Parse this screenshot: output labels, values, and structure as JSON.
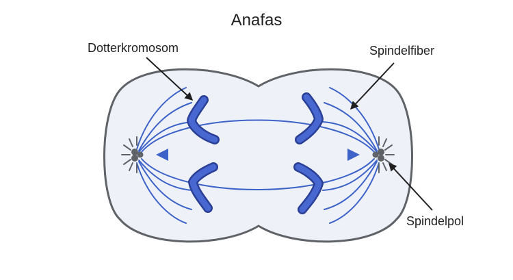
{
  "title": "Anafas",
  "labels": {
    "daughter_chromosome": "Dotterkromosom",
    "spindle_fiber": "Spindelfiber",
    "spindle_pole": "Spindelpol"
  },
  "colors": {
    "cell_fill": "#eef1f8",
    "cell_outline": "#5f6368",
    "chromosome": "#3c5cc8",
    "chromosome_edge": "#2a3f96",
    "spindle_fiber": "#3d63c9",
    "pole": "#5f6368",
    "pointer": "#1f1f1f",
    "text": "#1f1f1f"
  }
}
